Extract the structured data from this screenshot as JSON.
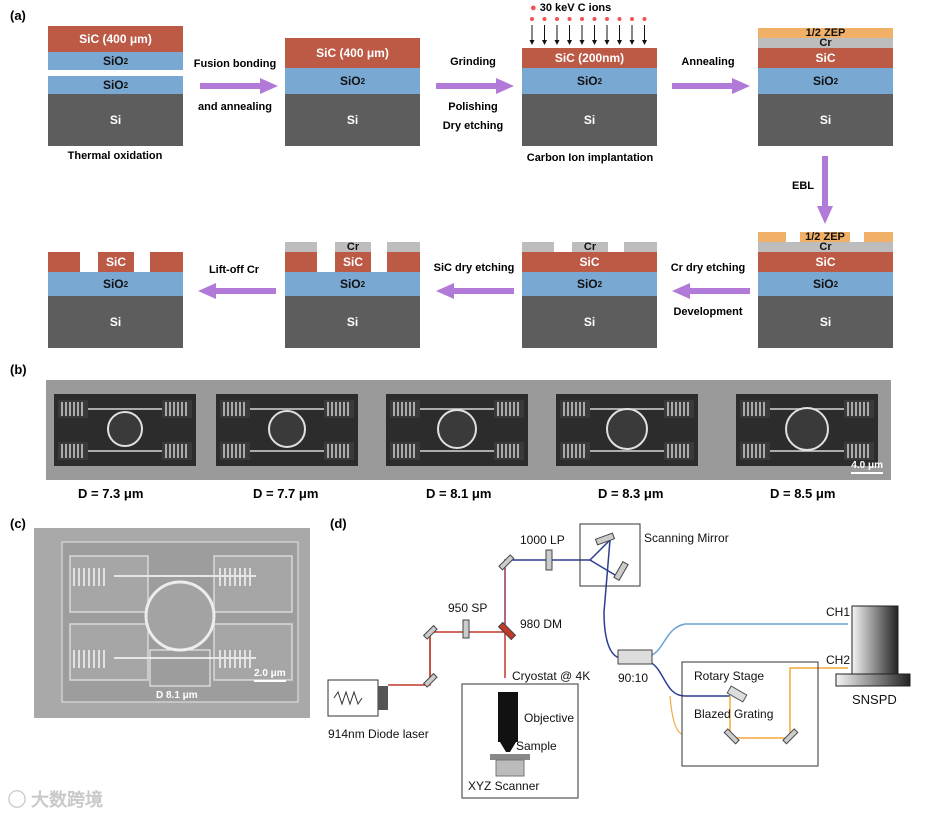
{
  "panels": {
    "a": "(a)",
    "b": "(b)",
    "c": "(c)",
    "d": "(d)"
  },
  "layers": {
    "sic400": "SiC (400  μm)",
    "sic400b": "SiC (400 μm)",
    "sic200": "SiC (200nm)",
    "sio2": "SiO",
    "sub2": "2",
    "si": "Si",
    "sic": "SiC",
    "cr": "Cr",
    "zep": "1/2 ZEP"
  },
  "steps": {
    "thermal": "Thermal oxidation",
    "fusion1": "Fusion bonding",
    "fusion2": "and annealing",
    "grind1": "Grinding",
    "grind2": "Polishing",
    "grind3": "Dry etching",
    "ion_beam": "30 keV C ions",
    "implant": "Carbon Ion implantation",
    "anneal": "Annealing",
    "ebl": "EBL",
    "crdry": "Cr dry etching",
    "develop": "Development",
    "sicdry": "SiC dry etching",
    "liftoff": "Lift-off Cr"
  },
  "sem_b": {
    "diameters": [
      "D = 7.3 μm",
      "D = 7.7 μm",
      "D = 8.1 μm",
      "D = 8.3 μm",
      "D = 8.5 μm"
    ],
    "scalebar": "4.0 μm"
  },
  "sem_c": {
    "diameter": "D 8.1 μm",
    "scalebar": "2.0 μm"
  },
  "setup": {
    "lp": "1000 LP",
    "mirror": "Scanning  Mirror",
    "sp": "950 SP",
    "dm": "980 DM",
    "cryo": "Cryostat @ 4K",
    "objective": "Objective",
    "sample": "Sample",
    "scanner": "XYZ Scanner",
    "laser": "914nm Diode laser",
    "split": "90:10",
    "rotary": "Rotary Stage",
    "grating": "Blazed Grating",
    "ch1": "CH1",
    "ch2": "CH2",
    "snspd": "SNSPD"
  },
  "watermark": "大数跨境",
  "colors": {
    "sic": "#bd5a46",
    "sio2": "#79a8d3",
    "si": "#5d5d5d",
    "cr": "#bdbdbd",
    "zep": "#f0b068",
    "arrow": "#b27ad8",
    "beam_red": "#c0392b",
    "beam_blue": "#2c3e91",
    "fiber_blue": "#6aa2d4",
    "fiber_orange": "#f0a83c"
  }
}
